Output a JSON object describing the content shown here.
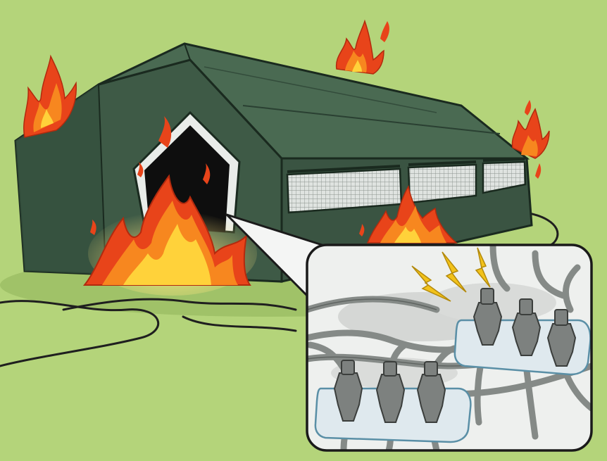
{
  "illustration": {
    "scene": "tent-fire-overloaded-power-strips",
    "colors": {
      "background": "#b4d47a",
      "tent": "#3e5a46",
      "tent_dark": "#2a4032",
      "tent_light": "#4d6b55",
      "flame_outer": "#e8441a",
      "flame_mid": "#f7871f",
      "flame_inner": "#ffd23a",
      "cable": "#1f1f1f",
      "inset_bg": "#eef0ee",
      "spark": "#f2c21a"
    },
    "icons": [
      "flame-icon",
      "lightning-icon",
      "power-strip-icon",
      "plug-icon"
    ],
    "power_strips": 2,
    "plugs_per_strip": 3
  }
}
